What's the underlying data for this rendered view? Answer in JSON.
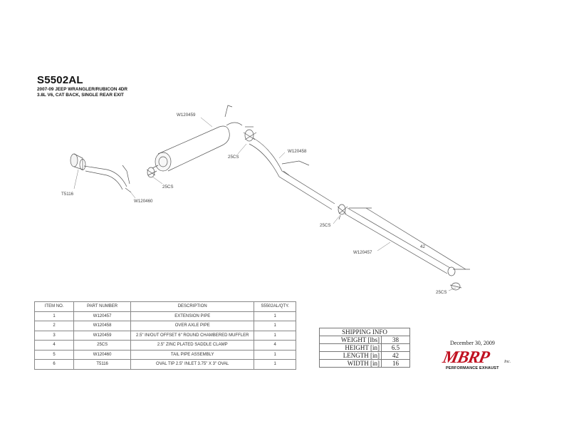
{
  "header": {
    "part_code": "S5502AL",
    "vehicle": "2007-09 JEEP WRANGLER/RUBICON 4DR",
    "spec": "3.8L V6, CAT BACK, SINGLE REAR EXIT"
  },
  "callouts": {
    "muffler": "W120459",
    "clamp_upper": "25CS",
    "over_axle": "W120458",
    "tip": "T5116",
    "clamp_tail": "25CS",
    "tail_pipe": "W120460",
    "clamp_mid": "25CS",
    "extension": "W120457",
    "dimension": "42",
    "clamp_end": "25CS"
  },
  "parts_table": {
    "headers": [
      "ITEM NO.",
      "PART NUMBER",
      "DESCRIPTION",
      "S5502AL/QTY."
    ],
    "rows": [
      [
        "1",
        "W120457",
        "EXTENSION PIPE",
        "1"
      ],
      [
        "2",
        "W120458",
        "OVER AXLE PIPE",
        "1"
      ],
      [
        "3",
        "W120459",
        "2.5\" IN/OUT OFFSET 6\" ROUND CHAMBERED MUFFLER",
        "1"
      ],
      [
        "4",
        "25CS",
        "2.5\" ZINC PLATED SADDLE CLAMP",
        "4"
      ],
      [
        "5",
        "W120460",
        "TAIL PIPE ASSEMBLY",
        "1"
      ],
      [
        "6",
        "T5116",
        "OVAL TIP 2.5\" INLET 3.75\" X 3\" OVAL",
        "1"
      ]
    ]
  },
  "shipping": {
    "title": "SHIPPING INFO",
    "rows": [
      [
        "WEIGHT [lbs]",
        "38"
      ],
      [
        "HEIGHT [in]",
        "6.5"
      ],
      [
        "LENGTH [in]",
        "42"
      ],
      [
        "WIDTH [in]",
        "16"
      ]
    ]
  },
  "date": "December 30, 2009",
  "logo": {
    "name": "MBRP",
    "suffix": "Inc.",
    "tagline": "PERFORMANCE EXHAUST",
    "color": "#c01020"
  }
}
